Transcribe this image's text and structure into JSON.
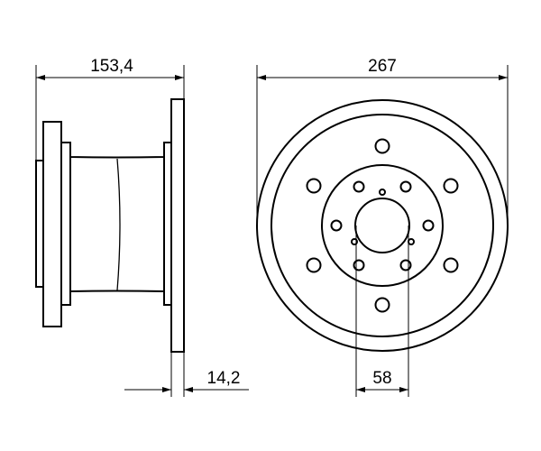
{
  "dimensions": {
    "overall_height": "153,4",
    "outer_diameter": "267",
    "disc_thickness": "14,2",
    "center_bore": "58"
  }
}
